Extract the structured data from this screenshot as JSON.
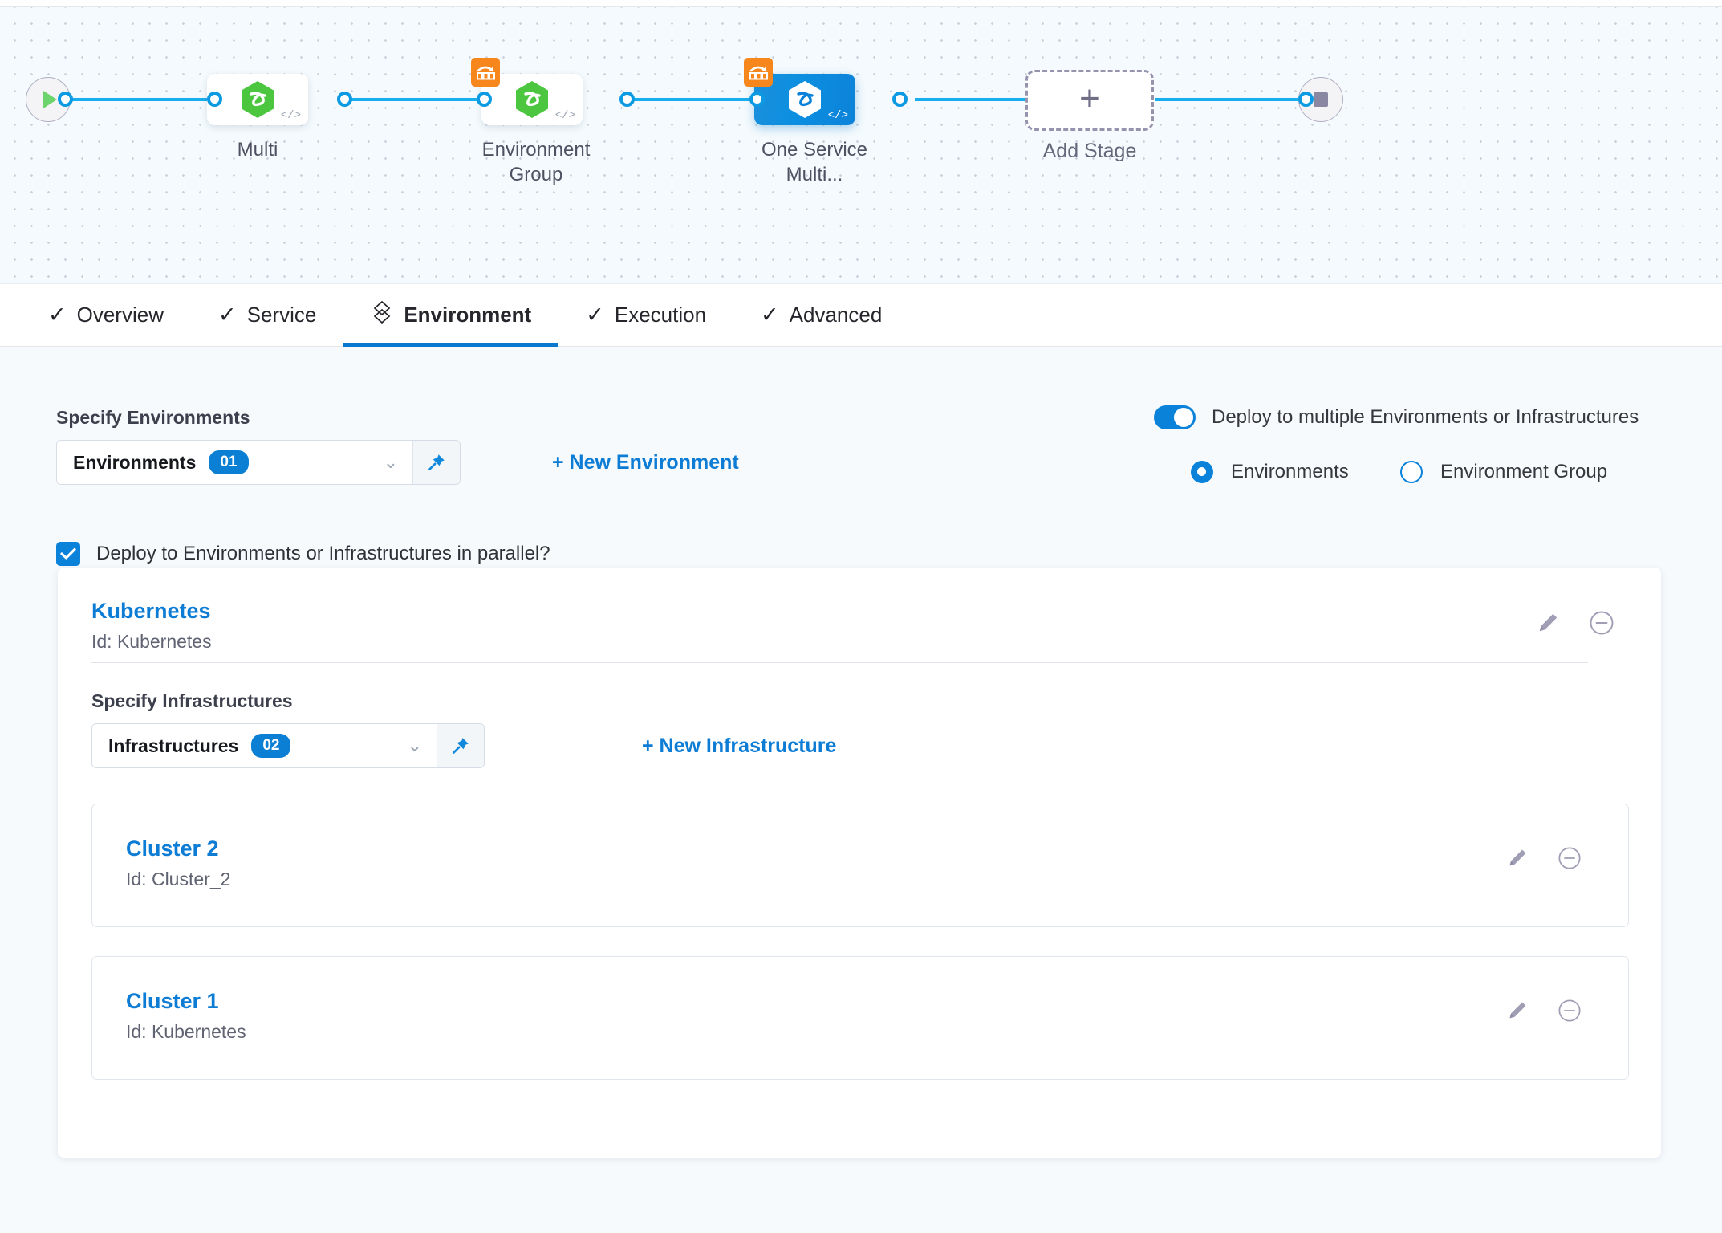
{
  "pipeline": {
    "start_node": "start-play",
    "end_node": "end-stop",
    "stages": [
      {
        "label": "Multi",
        "selected": false,
        "has_matrix_badge": false,
        "icon": "harness-hex-icon"
      },
      {
        "label": "Environment Group",
        "selected": false,
        "has_matrix_badge": true,
        "icon": "harness-hex-icon"
      },
      {
        "label": "One Service Multi...",
        "selected": true,
        "has_matrix_badge": true,
        "icon": "harness-hex-icon"
      }
    ],
    "add_stage_label": "Add Stage",
    "code_mark": "</>"
  },
  "tabs": [
    {
      "label": "Overview",
      "icon": "check-icon",
      "active": false
    },
    {
      "label": "Service",
      "icon": "check-icon",
      "active": false
    },
    {
      "label": "Environment",
      "icon": "layers-icon",
      "active": true
    },
    {
      "label": "Execution",
      "icon": "check-icon",
      "active": false
    },
    {
      "label": "Advanced",
      "icon": "check-icon",
      "active": false
    }
  ],
  "environment_section": {
    "label": "Specify Environments",
    "dropdown": {
      "text": "Environments",
      "count": "01"
    },
    "new_link": "+ New Environment",
    "toggle": {
      "label": "Deploy to multiple Environments or Infrastructures",
      "on": true
    },
    "radios": [
      {
        "label": "Environments",
        "checked": true
      },
      {
        "label": "Environment Group",
        "checked": false
      }
    ],
    "parallel_checkbox": {
      "label": "Deploy to Environments or Infrastructures in parallel?",
      "checked": true
    }
  },
  "environment_card": {
    "title": "Kubernetes",
    "subtitle": "Id: Kubernetes",
    "infrastructure_section": {
      "label": "Specify Infrastructures",
      "dropdown": {
        "text": "Infrastructures",
        "count": "02"
      },
      "new_link": "+ New Infrastructure"
    },
    "infrastructures": [
      {
        "title": "Cluster 2",
        "subtitle": "Id: Cluster_2"
      },
      {
        "title": "Cluster 1",
        "subtitle": "Id: Kubernetes"
      }
    ]
  },
  "colors": {
    "accent": "#0b7fd4",
    "link": "#0c7cd5",
    "canvas_line": "#19aeef",
    "matrix_badge": "#f7861c",
    "harness_green": "#4cc63e",
    "page_bg": "#f6fafd"
  }
}
